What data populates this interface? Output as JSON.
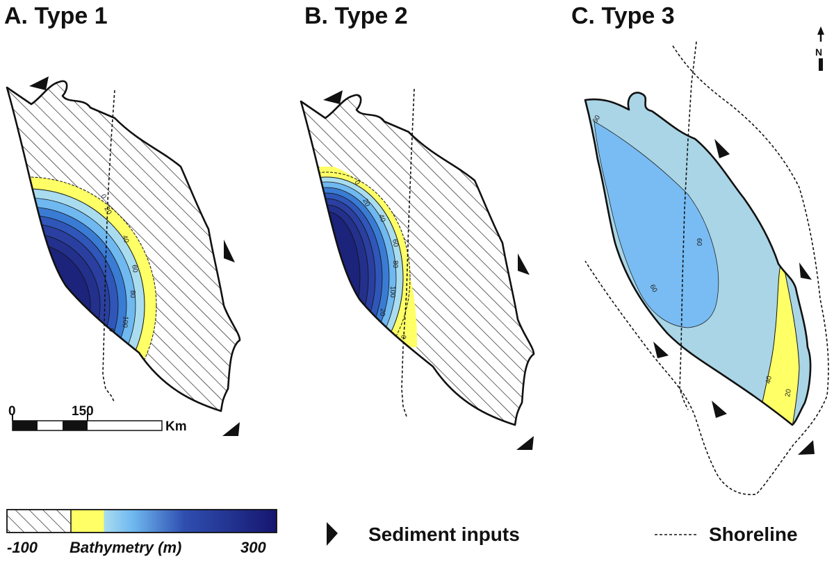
{
  "panels": [
    {
      "title": "A. Type 1"
    },
    {
      "title": "B. Type 2"
    },
    {
      "title": "C. Type 3"
    }
  ],
  "north": {
    "label": "N"
  },
  "scale_bar": {
    "zero": "0",
    "mid": "150",
    "unit": "Km"
  },
  "legend": {
    "bathymetry_min": "-100",
    "bathymetry_label": "Bathymetry (m)",
    "bathymetry_max": "300",
    "sediment_inputs": "Sediment inputs",
    "shoreline": "Shoreline"
  },
  "contours": {
    "type1": [
      "0",
      "20",
      "40",
      "60",
      "80",
      "100",
      "0"
    ],
    "type2": [
      "0",
      "20",
      "40",
      "60",
      "80",
      "100",
      "20",
      "0"
    ],
    "type3": [
      "60",
      "60",
      "60",
      "40",
      "20"
    ]
  },
  "colors": {
    "land_hatch": "#111111",
    "shallow": "#ffff66",
    "light_blue": "#a9d5e6",
    "mid_blue": "#78bcf3",
    "deep_blue": "#1a1a78"
  }
}
